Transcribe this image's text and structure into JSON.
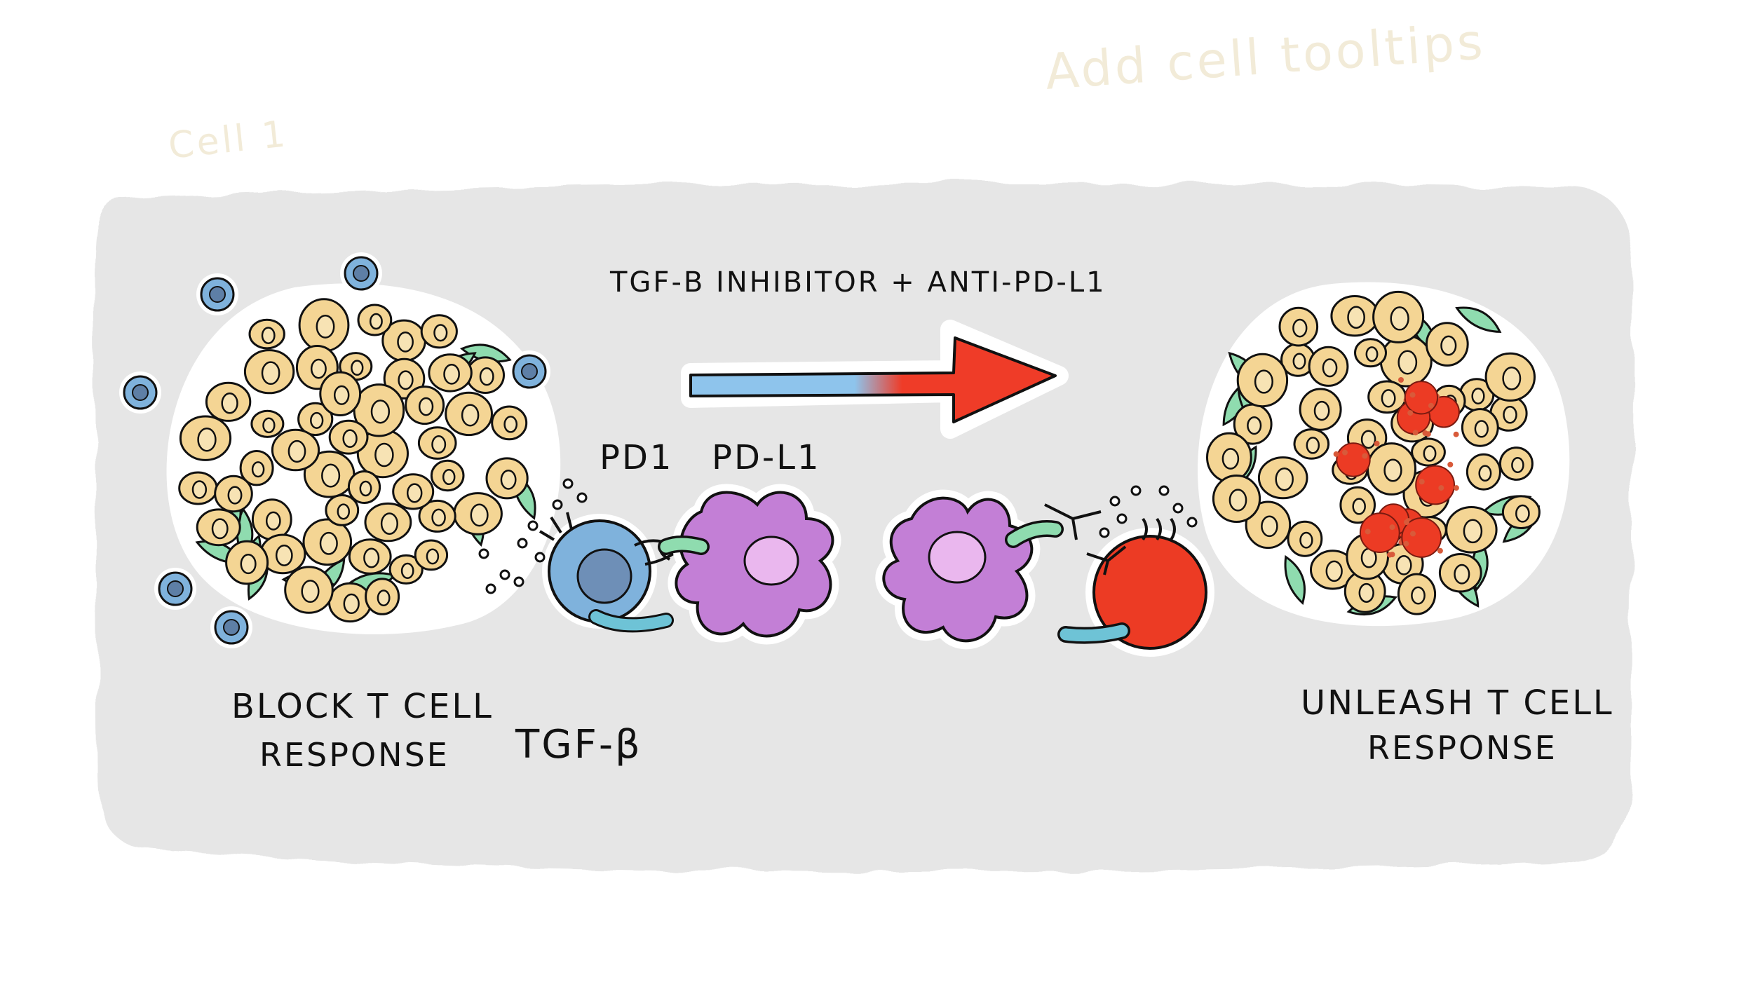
{
  "title": "TGF-β inhibitor + anti-PD-L1",
  "labels": {
    "pd1": "PD1",
    "pdl1": "PD-L1",
    "tgfb": "TGF-β",
    "block_line1": "Block T cell",
    "block_line2": "response",
    "unleash_line1": "Unleash T cell",
    "unleash_line2": "response"
  },
  "faint_notes": {
    "top_right_line1": "Add cell tooltips",
    "top_left": "Cell 1"
  },
  "colors": {
    "panel": "#e6e6e6",
    "tumor_cell": "#f4d594",
    "stroma": "#8fdcaf",
    "t_cell_blue": "#7fb2dc",
    "dendritic_purple": "#c37fd6",
    "killer_red": "#ec3b24",
    "arrow_start": "#8ec4ec",
    "arrow_end": "#ef3c28"
  }
}
